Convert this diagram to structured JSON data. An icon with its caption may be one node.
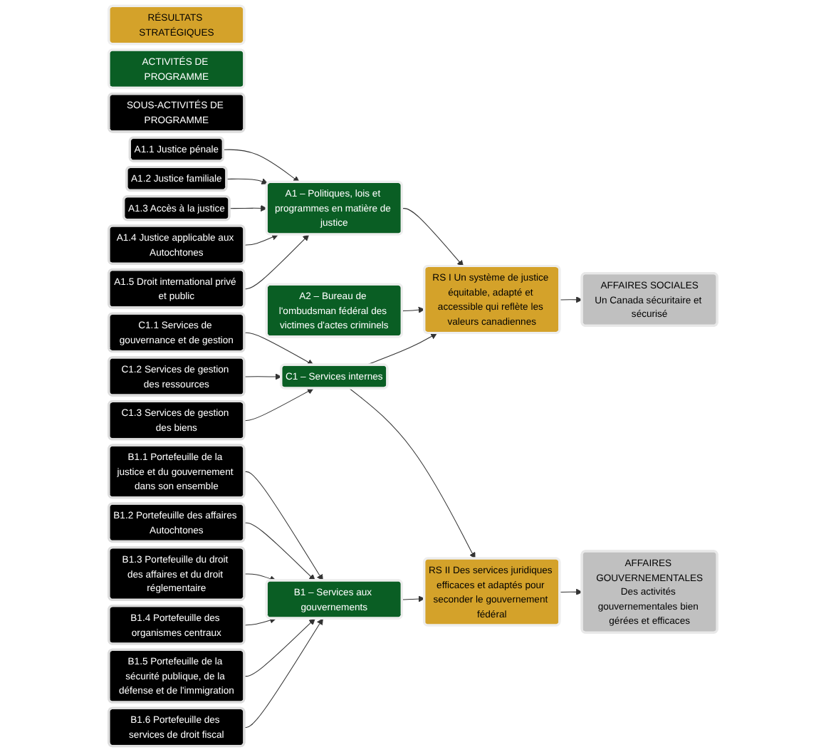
{
  "diagram": {
    "nodes": [
      {
        "text": [
          "AFFAIRES SOCIALES",
          "Un Canada sécuritaire et sécurisé"
        ]
      },
      {
        "text": [
          "AFFAIRES GOUVERNEMENTALES",
          "Des activités gouvernementales bien gérées et efficaces"
        ]
      },
      {
        "text": [
          "RÉSULTATS STRATÉGIQUES"
        ]
      },
      {
        "text": [
          "RS I Un système de justice équitable, adapté et accessible qui reflète les valeurs canadiennes"
        ]
      },
      {
        "text": [
          "RS II Des services juridiques efficaces et adaptés pour seconder le gouvernement fédéral"
        ]
      },
      {
        "text": [
          "ACTIVITÉS DE PROGRAMME"
        ]
      },
      {
        "text": [
          "A1 – Politiques, lois et programmes en matière de justice"
        ]
      },
      {
        "text": [
          "A2 – Bureau de l'ombudsman fédéral des victimes d'actes criminels"
        ]
      },
      {
        "text": [
          "B1 – Services aux gouvernements"
        ]
      },
      {
        "text": [
          "SOUS-ACTIVITÉS DE PROGRAMME"
        ]
      },
      {
        "text": [
          "A1.1 Justice pénale"
        ]
      },
      {
        "text": [
          "A1.2 Justice familiale"
        ]
      },
      {
        "text": [
          "A1.3 Accès à la justice"
        ]
      },
      {
        "text": [
          "A1.4 Justice applicable aux Autochtones"
        ]
      },
      {
        "text": [
          "A1.5 Droit international privé et public"
        ]
      },
      {
        "text": [
          "B1.1 Portefeuille de la justice et du gouvernement dans son ensemble"
        ]
      },
      {
        "text": [
          "B1.2 Portefeuille des affaires Autochtones"
        ]
      },
      {
        "text": [
          "B1.3 Portefeuille du droit des affaires et du droit réglementaire"
        ]
      },
      {
        "text": [
          "B1.4 Portefeuille des organismes centraux"
        ]
      },
      {
        "text": [
          "B1.5 Portefeuille de la sécurité publique, de la défense et de l'immigration"
        ]
      },
      {
        "text": [
          "B1.6 Portefeuille des services de droit fiscal"
        ]
      },
      {
        "text": [
          "C1 – Services internes"
        ]
      },
      {
        "text": [
          "C1.1 Services de gouvernance et de gestion"
        ]
      },
      {
        "text": [
          "C1.2 Services de gestion des ressources"
        ]
      },
      {
        "text": [
          "C1.3 Services de gestion des biens"
        ]
      }
    ],
    "edges": [
      {
        "from": 3,
        "to": 0,
        "arrow": "to"
      },
      {
        "from": 4,
        "to": 1,
        "arrow": "to"
      },
      {
        "from": 6,
        "to": 3,
        "arrow": "to"
      },
      {
        "from": 7,
        "to": 3,
        "arrow": "to"
      },
      {
        "from": 8,
        "to": 4,
        "arrow": "to"
      },
      {
        "from": 10,
        "to": 6,
        "arrow": "to"
      },
      {
        "from": 11,
        "to": 6,
        "arrow": "to"
      },
      {
        "from": 12,
        "to": 6,
        "arrow": "to"
      },
      {
        "from": 13,
        "to": 6,
        "arrow": "to"
      },
      {
        "from": 14,
        "to": 6,
        "arrow": "to"
      },
      {
        "from": 15,
        "to": 8,
        "arrow": "to"
      },
      {
        "from": 16,
        "to": 8,
        "arrow": "to"
      },
      {
        "from": 17,
        "to": 8,
        "arrow": "to"
      },
      {
        "from": 18,
        "to": 8,
        "arrow": "to"
      },
      {
        "from": 19,
        "to": 8,
        "arrow": "to"
      },
      {
        "from": 20,
        "to": 8,
        "arrow": "to"
      },
      {
        "from": 21,
        "to": 3,
        "arrow": "to"
      },
      {
        "from": 21,
        "to": 4,
        "arrow": "to"
      },
      {
        "from": 22,
        "to": 21,
        "arrow": "to"
      },
      {
        "from": 23,
        "to": 21,
        "arrow": "to"
      },
      {
        "from": 24,
        "to": 21,
        "arrow": "to"
      }
    ]
  }
}
